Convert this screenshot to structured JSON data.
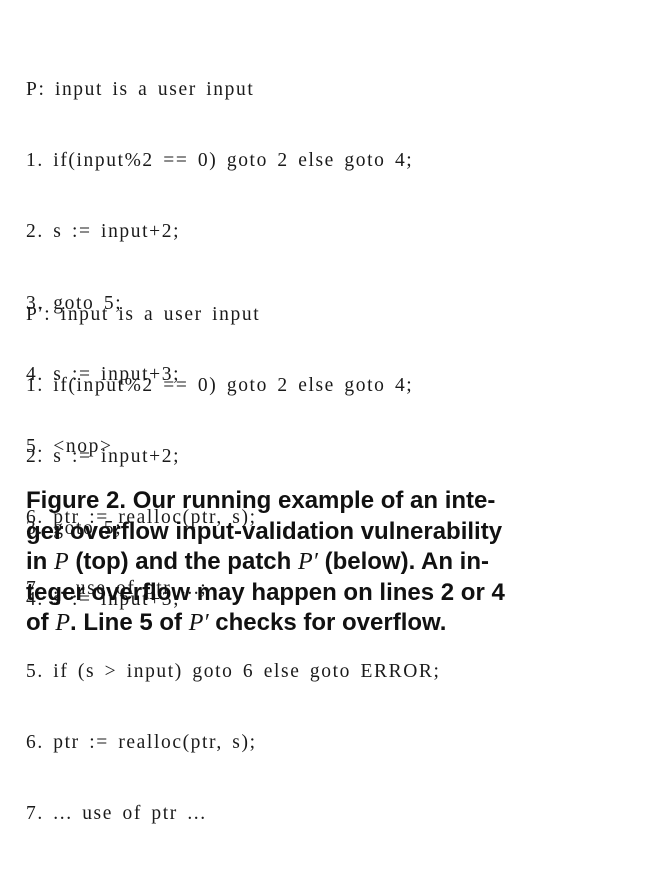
{
  "listing_p": {
    "header": "P: input is a user input",
    "lines": [
      "1. if(input%2 == 0) goto 2 else goto 4;",
      "2. s := input+2;",
      "3. goto 5;",
      "4. s := input+3;",
      "5. <nop>",
      "6. ptr := realloc(ptr, s);",
      "7. .. use of ptr ...;"
    ]
  },
  "listing_pprime": {
    "header": "P′: input is a user input",
    "lines": [
      "1. if(input%2 == 0) goto 2 else goto 4;",
      "2. s := input+2;",
      "3. goto 5;",
      "4. s := input+3;",
      "5. if (s > input) goto 6 else goto ERROR;",
      "6. ptr := realloc(ptr, s);",
      "7. ... use of ptr ..."
    ]
  },
  "caption": {
    "line1": "Figure 2. Our running example of an inte-",
    "line2": "ger overflow input-validation vulnerability",
    "line3_pre": "in ",
    "line3_math1": "P",
    "line3_mid": " (top) and the patch ",
    "line3_math2": "P′",
    "line3_post": " (below). An in-",
    "line4": "teger overflow may happen on lines 2 or 4",
    "line5_pre": "of ",
    "line5_math1": "P",
    "line5_mid": ". Line 5 of ",
    "line5_math2": "P′",
    "line5_post": " checks for overflow."
  }
}
